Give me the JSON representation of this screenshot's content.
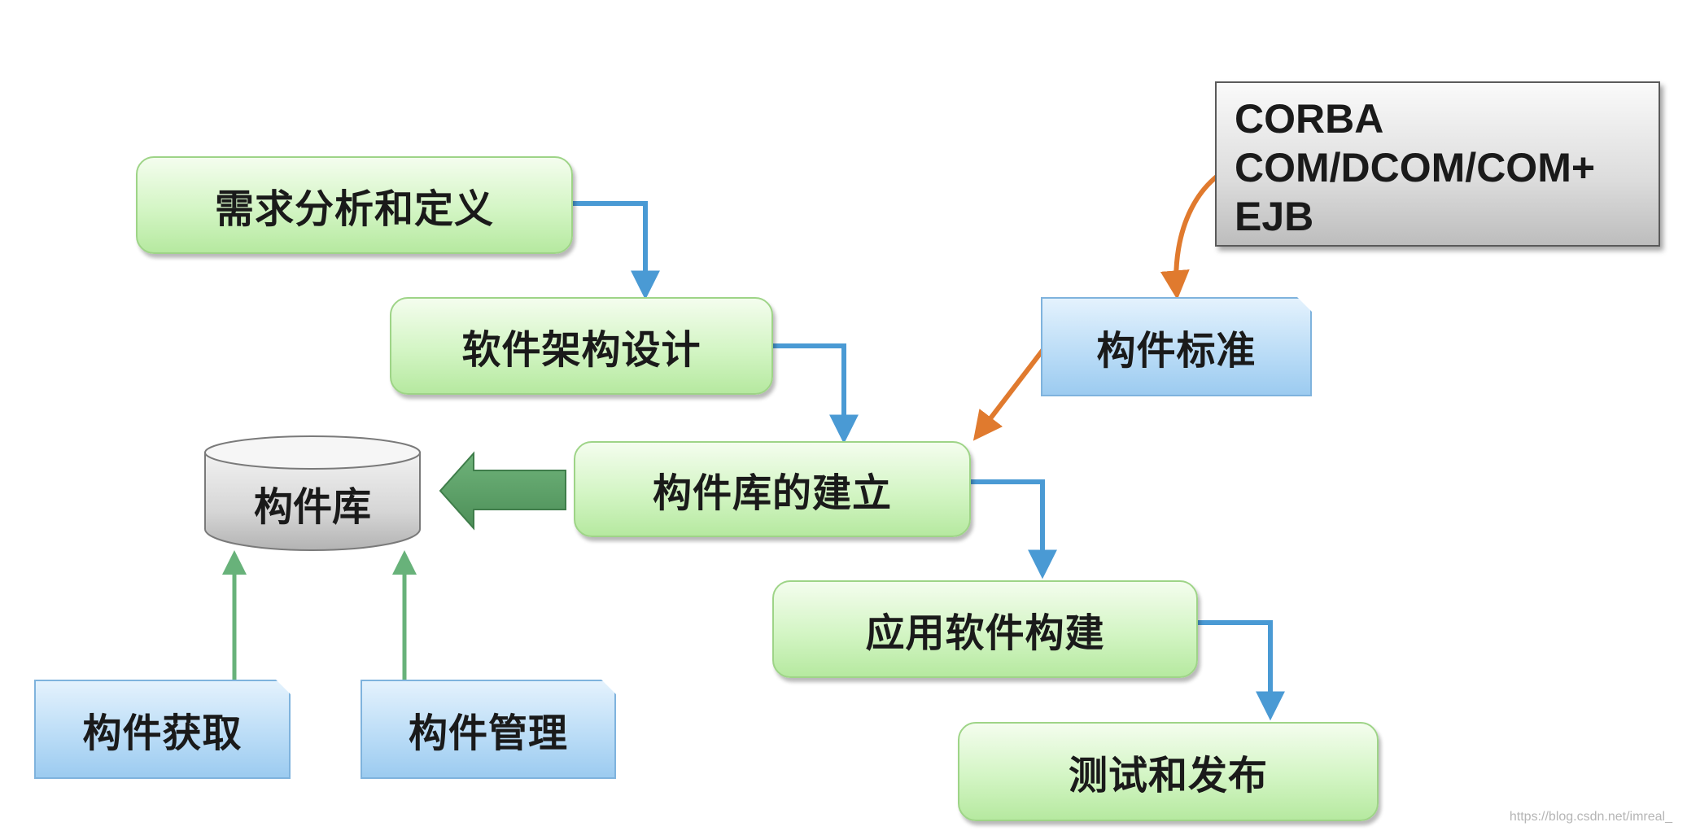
{
  "nodes": {
    "requirements": "需求分析和定义",
    "architecture": "软件架构设计",
    "library_build": "构件库的建立",
    "app_build": "应用软件构建",
    "test_release": "测试和发布",
    "component_standard": "构件标准",
    "component_library": "构件库",
    "component_acquire": "构件获取",
    "component_manage": "构件管理"
  },
  "standards": [
    "CORBA",
    "COM/DCOM/COM+",
    "EJB"
  ],
  "watermark": "https://blog.csdn.net/imreal_",
  "colors": {
    "flow_arrow": "#4a9ad4",
    "standard_arrow": "#e07a2e",
    "library_arrow": "#4f9f5c",
    "feed_arrow": "#68b27a"
  }
}
